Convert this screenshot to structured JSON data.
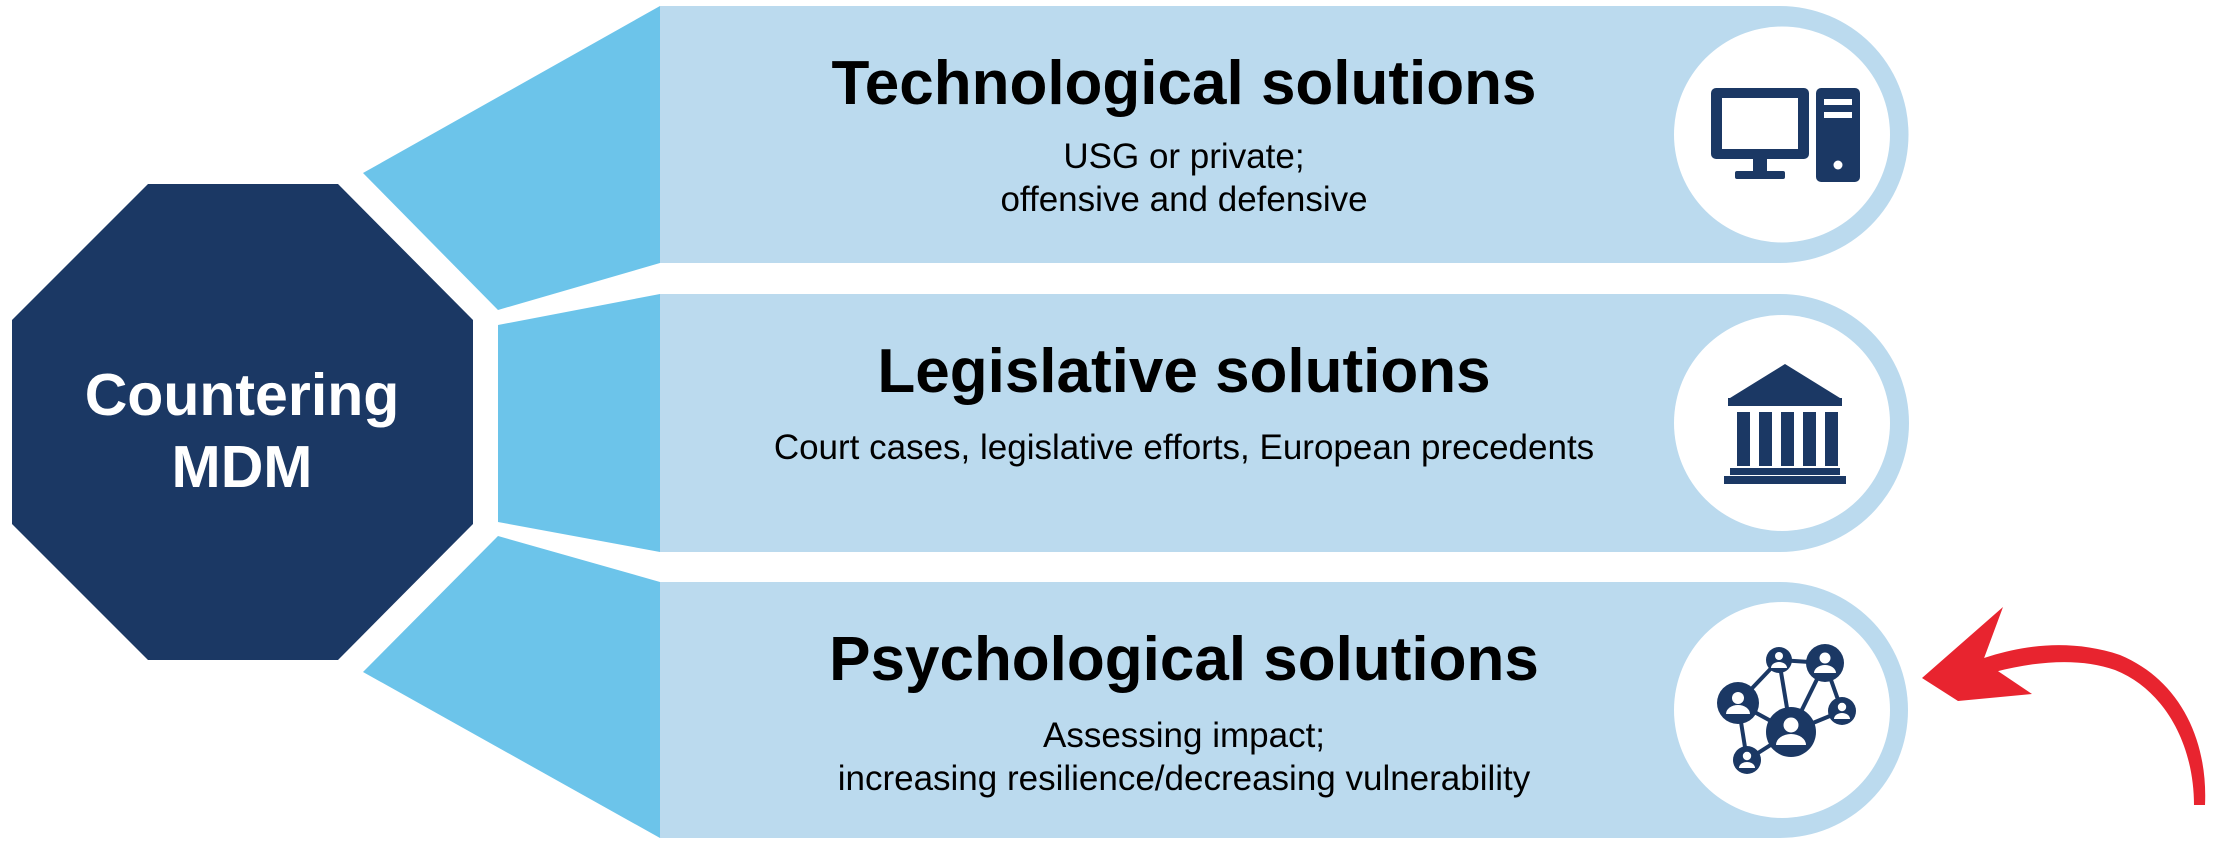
{
  "colors": {
    "navy": "#1b3864",
    "connector_blue": "#6cc4ea",
    "panel_blue": "#bbdaee",
    "white": "#ffffff",
    "accent_red": "#e8242f"
  },
  "hub": {
    "line1": "Countering",
    "line2": "MDM",
    "shape": "octagon"
  },
  "panels": [
    {
      "title": "Technological solutions",
      "line1": "USG or private;",
      "line2": "offensive and defensive",
      "icon": "computer-icon"
    },
    {
      "title": "Legislative solutions",
      "line1": "Court cases, legislative efforts, European precedents",
      "line2": "",
      "icon": "courthouse-icon"
    },
    {
      "title": "Psychological solutions",
      "line1": "Assessing impact;",
      "line2": "increasing resilience/decreasing vulnerability",
      "icon": "people-network-icon"
    }
  ],
  "annotation": {
    "icon": "curved-red-arrow-icon",
    "points_to": "Psychological solutions"
  }
}
